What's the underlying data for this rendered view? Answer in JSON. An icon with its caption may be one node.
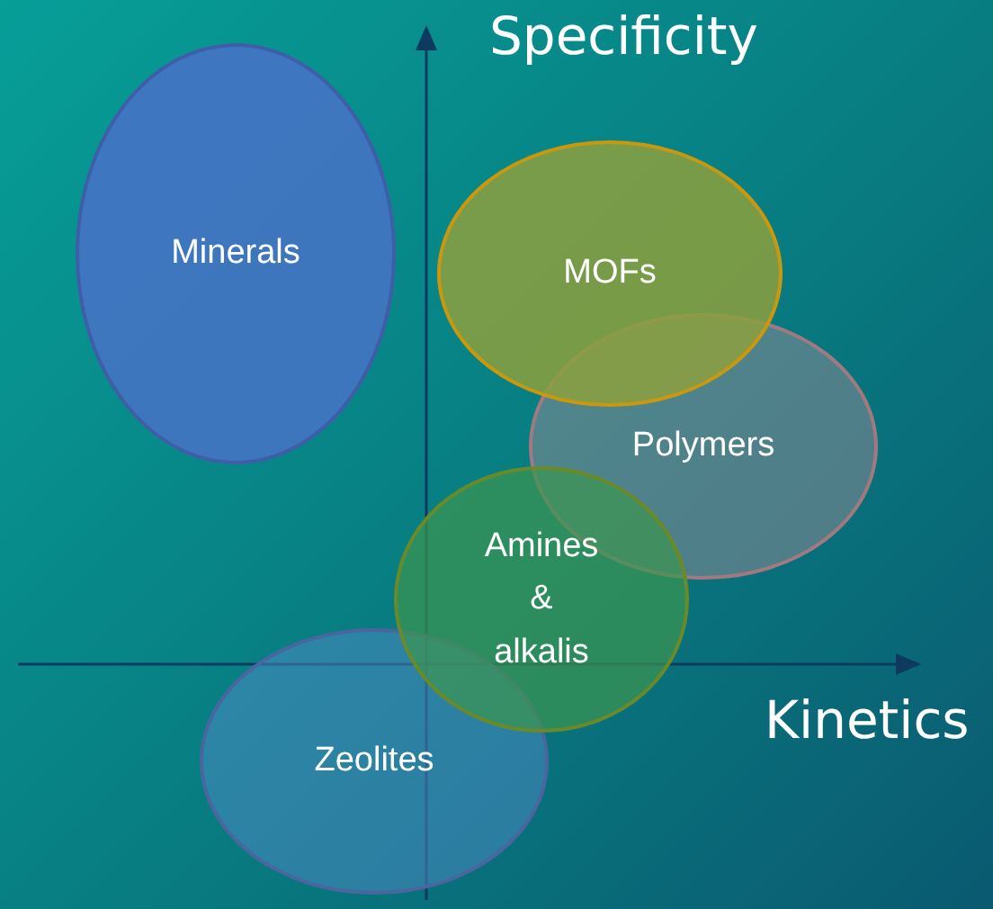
{
  "diagram": {
    "nodes": [
      {
        "text": [
          "Minerals"
        ]
      },
      {
        "text": [
          "MOFs"
        ]
      },
      {
        "text": [
          "Polymers"
        ]
      },
      {
        "text": [
          "Amines & alkalis"
        ]
      },
      {
        "text": [
          "Zeolites"
        ]
      }
    ],
    "labels": [
      "Specificity",
      "Kinetics"
    ]
  }
}
